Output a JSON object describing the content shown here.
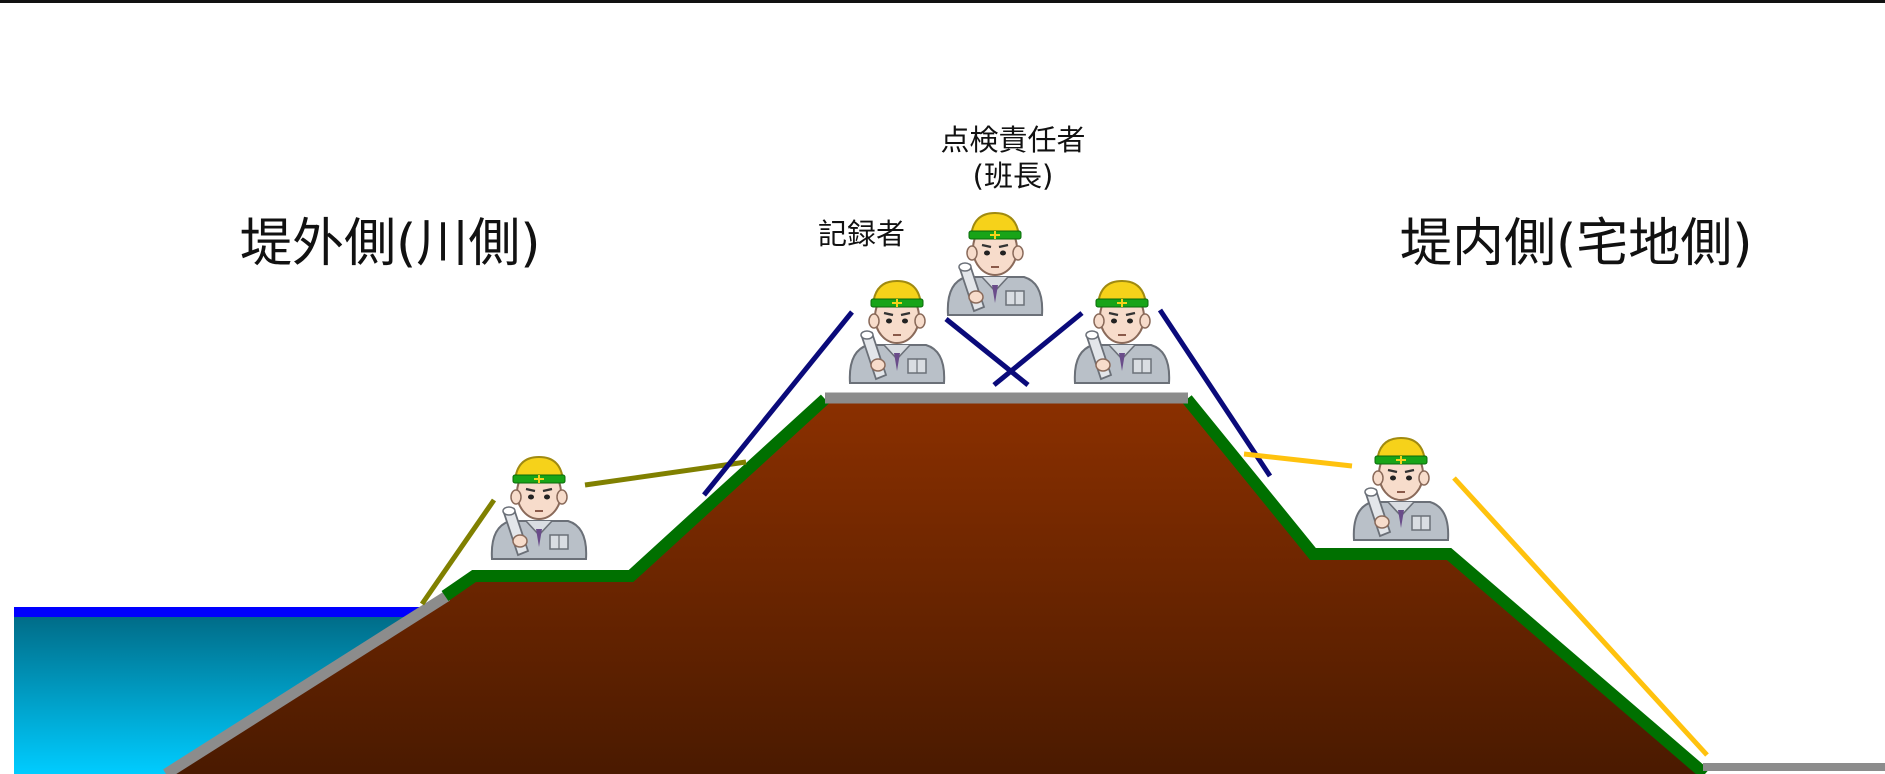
{
  "labels": {
    "river_side": "堤外側(川側)",
    "land_side": "堤内側(宅地側)",
    "inspection_leader": "点検責任者",
    "inspection_leader_role": "(班長)",
    "recorder": "記録者"
  },
  "colors": {
    "water_top": "#0000ff",
    "water_gradient_top": "#006a85",
    "water_gradient_bottom": "#00ccff",
    "levee_top": "#8b3000",
    "levee_bottom": "#4a1a00",
    "grass": "#007000",
    "crest_road": "#8c8c8c",
    "revetment": "#8c8c8c",
    "sightline_navy": "#0a0a7a",
    "sightline_olive": "#808000",
    "sightline_yellow": "#ffc20e",
    "helmet": "#f6d21a",
    "uniform": "#b9c0c8"
  },
  "figures": [
    {
      "role": "inspector-river-berm"
    },
    {
      "role": "inspector-river-crest"
    },
    {
      "role": "inspection-leader"
    },
    {
      "role": "inspector-land-crest"
    },
    {
      "role": "inspector-land-berm"
    }
  ]
}
